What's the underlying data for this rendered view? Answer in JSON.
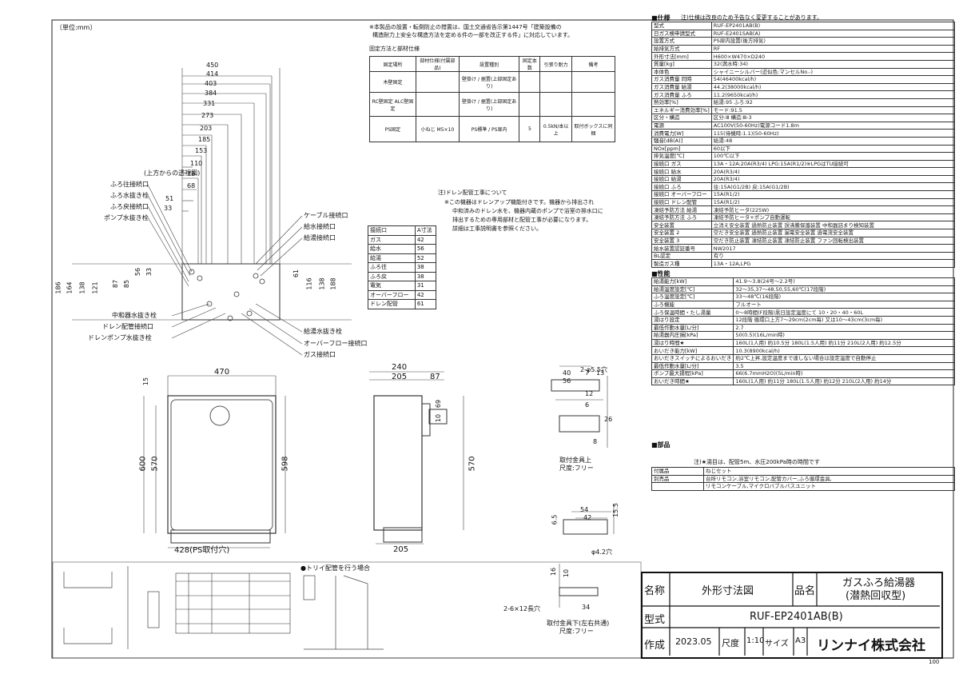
{
  "unit_label": "〔単位:mm〕",
  "notes": {
    "top_note": [
      "※本製品の設置・転倒防止の措置は、国土交通省告示第1447号「建築設備の",
      "構造耐力上安全な構造方法を定める件の一部を改正する件」に対応しています。"
    ],
    "fix_title": "固定方法と部材仕様",
    "drain_note": [
      "注)ドレン配管工事について",
      "※この機器はドレンアップ機能付きです。機器から排出され",
      "中和済みのドレン水を、機器内蔵のポンプで浴室の排水口に",
      "排出するための専用部材と配管工事が必要になります。",
      "詳細は工事説明書を参照ください。"
    ],
    "transparent_view": "(上方からの透視図)",
    "bracket_upper": "取付金具上",
    "scale_free_1": "尺度:フリー",
    "bracket_lower": "取付金具下(左右共通)",
    "scale_free_2": "尺度:フリー",
    "ps_mount": "428(PS取付穴)",
    "trap_title": "●トリイ配管を行う場合",
    "hole_1": "2-φ5.5穴",
    "hole_2": "2-6×12長穴",
    "hole_3": "φ4.2穴"
  },
  "fix_table": {
    "headers": [
      "固定場所",
      "部材仕様(付属部品)",
      "設置種別",
      "固定本数",
      "引張り耐力",
      "備考"
    ],
    "rows": [
      [
        "木壁固定",
        "",
        "壁掛け / 据置(上部固定あり)",
        "",
        "",
        ""
      ],
      [
        "RC壁固定 ALC壁固定",
        "",
        "壁掛け / 据置(上部固定あり)",
        "",
        "",
        ""
      ],
      [
        "PS固定",
        "小ねじ M5×10",
        "PS標準 / PS扉内",
        "5",
        "0.5kN/本以上",
        "取付ボックスに同梱"
      ]
    ]
  },
  "dist_table": {
    "headers": [
      "接続口",
      "A寸法"
    ],
    "rows": [
      [
        "ガス",
        "42"
      ],
      [
        "給水",
        "56"
      ],
      [
        "給湯",
        "52"
      ],
      [
        "ふろ往",
        "38"
      ],
      [
        "ふろ戻",
        "38"
      ],
      [
        "電気",
        "31"
      ],
      [
        "オーバーフロー",
        "42"
      ],
      [
        "ドレン配管",
        "61"
      ]
    ]
  },
  "top_dims": [
    "450",
    "414",
    "403",
    "384",
    "331",
    "273",
    "203",
    "185",
    "153",
    "110",
    "78",
    "68",
    "51",
    "33"
  ],
  "left_labels": [
    "ふろ往接続口",
    "ふろ水抜き栓",
    "ふろ戻接続口",
    "ポンプ水抜き栓"
  ],
  "left_labels_bottom": [
    "中和器水抜き栓",
    "ドレン配管接続口",
    "ドレンポンプ水抜き栓"
  ],
  "right_labels": [
    "ケーブル接続口",
    "給水接続口",
    "給湯接続口"
  ],
  "right_labels_bottom": [
    "給湯水抜き栓",
    "オーバーフロー接続口",
    "ガス接続口"
  ],
  "side_dims_left": [
    "186",
    "164",
    "138",
    "121",
    "87",
    "85",
    "56",
    "33"
  ],
  "side_dims_right": [
    "61",
    "116",
    "138",
    "188"
  ],
  "front": {
    "width": "470",
    "height_outer": "600",
    "height_inner": "570",
    "height_side": "598",
    "offset": "15"
  },
  "side": {
    "depth": "240",
    "d2": "205",
    "d3": "87",
    "d4": "69",
    "d5": "10",
    "h": "570",
    "bottom": "205"
  },
  "bracket_upper_dims": [
    "40",
    "56",
    "7",
    "13",
    "12",
    "6",
    "26",
    "8"
  ],
  "bracket_lower_dims": [
    "54",
    "42",
    "15.5",
    "6.5",
    "16",
    "10",
    "34"
  ],
  "spec_header": "■仕様",
  "spec_note": "注)仕様は改良のため予告なく変更することがあります。",
  "spec_rows": [
    [
      "型式",
      "RUF-EP2401AB(B)"
    ],
    [
      "日ガス検申請型式",
      "RUF-E2401SAB(A)"
    ],
    [
      "設置方式",
      "PS扉内設置(後方排気)"
    ],
    [
      "給排気方式",
      "RF"
    ],
    [
      "外形寸法[mm]",
      "H600×W470×D240"
    ],
    [
      "質量[kg]",
      "32(満水時:34)"
    ],
    [
      "本体色",
      "シャイニーシルバー(近似色:マンセルNo.-)"
    ],
    [
      "ガス消費量 同時",
      "54(46400kcal/h)"
    ],
    [
      "ガス消費量 給湯",
      "44.2(38000kcal/h)"
    ],
    [
      "ガス消費量 ふろ",
      "11.2(9650kcal/h)"
    ],
    [
      "熱効率[%]",
      "給湯:95 ふろ:92"
    ],
    [
      "エネルギー消費効率[%]",
      "モード:91.5"
    ],
    [
      "区分・構造",
      "区分:Ⅲ 構造:Ⅲ-3"
    ],
    [
      "電源",
      "AC100V(50-60Hz)電源コード1.8m"
    ],
    [
      "消費電力[W]",
      "115(待機時:1.1)(50-60Hz)"
    ],
    [
      "騒音[dB(A)]",
      "給湯:48"
    ],
    [
      "NOx[ppm]",
      "60以下"
    ],
    [
      "排気温度[℃]",
      "100℃以下"
    ],
    [
      "接続口 ガス",
      "13A・12A:20A(R3/4) LPG:15A(R1/2)※LPGはTU接続可"
    ],
    [
      "接続口 給水",
      "20A(R3/4)"
    ],
    [
      "接続口 給湯",
      "20A(R3/4)"
    ],
    [
      "接続口 ふろ",
      "往:15A(G1/2B) 戻:15A(G1/2B)"
    ],
    [
      "接続口 オーバーフロー",
      "15A(R1/2)"
    ],
    [
      "接続口 ドレン配管",
      "15A(R1/2)"
    ],
    [
      "凍結予防方法 給湯",
      "凍結予防ヒータ(225W)"
    ],
    [
      "凍結予防方法 ふろ",
      "凍結予防ヒータ+ポンプ自動運転"
    ],
    [
      "安全装置",
      "立消え安全装置 過熱防止装置 誤沸騰保護装置 中和器詰まり検知装置"
    ],
    [
      "安全装置 2",
      "空だき安全装置 過熱防止装置 漏電安全装置 過電流安全装置"
    ],
    [
      "安全装置 3",
      "空だき防止装置 凍結防止装置 凍結防止装置 ファン回転検出装置"
    ],
    [
      "給水装置認証番号",
      "NW2017"
    ],
    [
      "BL認定",
      "有り"
    ],
    [
      "製造ガス種",
      "13A・12A,LPG"
    ]
  ],
  "perf_header": "■性能",
  "perf_rows": [
    [
      "給湯能力[kW]",
      "41.9～3.8(24号～2.2号)"
    ],
    [
      "給湯温度設定[℃]",
      "32～35,37～48,50,55,60℃(17段階)"
    ],
    [
      "ふろ温度設定[℃]",
      "33～48℃(16段階)"
    ],
    [
      "ふろ機能",
      "フルオート"
    ],
    [
      "ふろ保温時間・たし湯量",
      "0～8時間(F段階)黒日設定温度にて 10・20・40・60L"
    ],
    [
      "湯はり設定",
      "12段階 循環口上方7～29cm(2cm毎) 又は10～43cm(3cm毎)"
    ],
    [
      "最低作動水量[L/分]",
      "2.7"
    ],
    [
      "給湯器内圧損[kPa]",
      "50(0.5)(16L/min時)"
    ],
    [
      "湯はり時間★",
      "160L(1人用) 約10.5分 180L(1.5人用) 約11分 210L(2人用) 約12.5分"
    ],
    [
      "おいだき能力[kW]",
      "10.3(8900kcal/h)"
    ],
    [
      "おいだきスイッチによるおいだき",
      "約2℃上昇,設定温度まで達しない場合は設定温度で自動停止"
    ],
    [
      "最低作動水量[L/分]",
      "3.5"
    ],
    [
      "ポンプ最大揚程[kPa]",
      "66(6.7mmH2O)(5L/min時)"
    ],
    [
      "おいだき時間★",
      "160L(1人用) 約11分 180L(1.5人用) 約12分 210L(2人用) 約14分"
    ]
  ],
  "perf_note": "注)★湯目は、配管5m、水圧200kPa時の時間です",
  "parts_header": "■部品",
  "parts_rows": [
    [
      "付属品",
      "ねじセット"
    ],
    [
      "別売品",
      "台所リモコン,浴室リモコン,配管カバー,ふろ循環金具,"
    ],
    [
      "",
      "リモコンケーブル,マイクロバブルバスユニット"
    ]
  ],
  "title_block": {
    "name_label": "名称",
    "name_value": "外形寸法図",
    "product_label": "品名",
    "product_value_1": "ガスふろ給湯器",
    "product_value_2": "(潜熱回収型)",
    "model_label": "型式",
    "model_value": "RUF-EP2401AB(B)",
    "made_label": "作成",
    "made_value": "2023.05",
    "scale_label": "尺度",
    "scale_value": "1:10",
    "size_label": "サイズ",
    "size_value": "A3",
    "company": "リンナイ株式会社",
    "page_no": "100"
  }
}
